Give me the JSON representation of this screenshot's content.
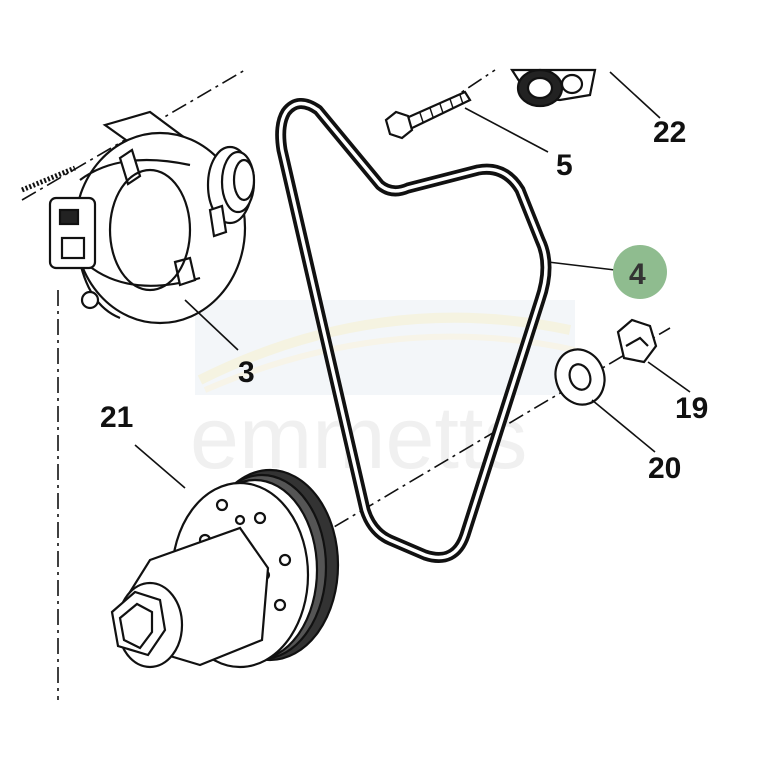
{
  "watermark": {
    "text": "emmetts"
  },
  "callouts": [
    {
      "id": "22",
      "label": "22"
    },
    {
      "id": "5",
      "label": "5"
    },
    {
      "id": "4",
      "label": "4",
      "highlighted": true,
      "highlight_color": "#8fbc8f"
    },
    {
      "id": "3",
      "label": "3"
    },
    {
      "id": "21",
      "label": "21"
    },
    {
      "id": "19",
      "label": "19"
    },
    {
      "id": "20",
      "label": "20"
    }
  ],
  "parts": [
    {
      "id": "alternator",
      "icon": "alternator-icon"
    },
    {
      "id": "drive-belt",
      "icon": "belt-icon"
    },
    {
      "id": "bolt",
      "icon": "bolt-icon"
    },
    {
      "id": "tensioner",
      "icon": "tensioner-icon"
    },
    {
      "id": "crankshaft-pulley",
      "icon": "pulley-icon"
    },
    {
      "id": "washer",
      "icon": "washer-icon"
    },
    {
      "id": "nut",
      "icon": "nut-icon"
    }
  ]
}
